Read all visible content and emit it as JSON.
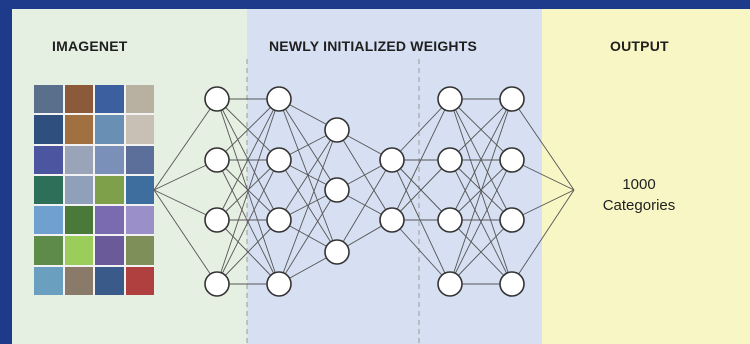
{
  "sections": {
    "input_title": "IMAGENET",
    "middle_title": "NEWLY INITIALIZED WEIGHTS",
    "output_title": "OUTPUT"
  },
  "output": {
    "line1": "1000",
    "line2": "Categories"
  },
  "network": {
    "layer_sizes": [
      4,
      4,
      3,
      2,
      4,
      4
    ]
  },
  "thumbnail_colors": [
    "#5a6f8c",
    "#8a5a3a",
    "#3c5fa0",
    "#b8b0a0",
    "#2f4f7f",
    "#a07040",
    "#6a8fb5",
    "#c8c0b4",
    "#4b55a0",
    "#9aa4b8",
    "#7a90b8",
    "#5c6e9a",
    "#2e6f5a",
    "#8fa0b8",
    "#7fa04a",
    "#3d6e9e",
    "#6fa0d0",
    "#4a7a3a",
    "#7a6ab0",
    "#9a8fc8",
    "#5e8a4a",
    "#9acd5a",
    "#6a5a9a",
    "#7f8f5a",
    "#6a9fc0",
    "#8a7a6a",
    "#3a5a8a",
    "#b04040"
  ]
}
